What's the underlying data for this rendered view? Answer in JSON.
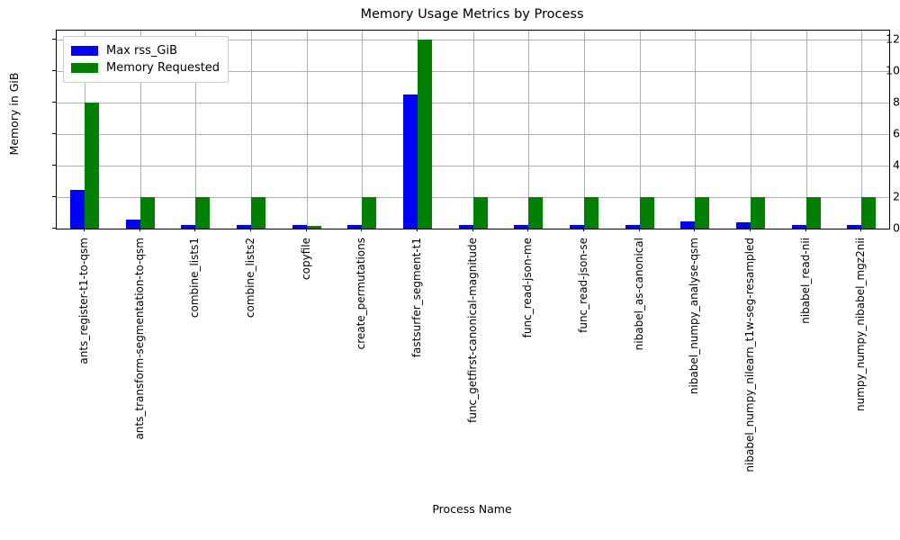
{
  "chart_data": {
    "type": "bar",
    "title": "Memory Usage Metrics by Process",
    "xlabel": "Process Name",
    "ylabel": "Memory in GiB",
    "ylim": [
      0,
      12.6
    ],
    "yticks": [
      0,
      2,
      4,
      6,
      8,
      10,
      12
    ],
    "ytick_labels": [
      "0",
      "2",
      "4",
      "6",
      "8",
      "10",
      "12"
    ],
    "grid": true,
    "grid_axis": "both",
    "legend_position": "upper left",
    "categories": [
      "ants_register-t1-to-qsm",
      "ants_transform-segmentation-to-qsm",
      "combine_lists1",
      "combine_lists2",
      "copyfile",
      "create_permutations",
      "fastsurfer_segment-t1",
      "func_getfirst-canonical-magnitude",
      "func_read-json-me",
      "func_read-json-se",
      "nibabel_as-canonical",
      "nibabel_numpy_analyse-qsm",
      "nibabel_numpy_nilearn_t1w-seg-resampled",
      "nibabel_read-nii",
      "numpy_numpy_nibabel_mgz2nii"
    ],
    "series": [
      {
        "name": "Max rss_GiB",
        "color": "#0000ff",
        "values": [
          2.48,
          0.6,
          0.25,
          0.25,
          0.25,
          0.25,
          8.55,
          0.23,
          0.23,
          0.23,
          0.23,
          0.45,
          0.38,
          0.23,
          0.23
        ]
      },
      {
        "name": "Memory Requested",
        "color": "#008000",
        "values": [
          8.0,
          2.0,
          2.0,
          2.0,
          0.19,
          2.0,
          12.0,
          2.0,
          2.0,
          2.0,
          2.0,
          2.0,
          2.0,
          2.0,
          2.0
        ]
      }
    ]
  },
  "legend": {
    "entries": [
      {
        "label": "Max rss_GiB",
        "color": "#0000ff"
      },
      {
        "label": "Memory Requested",
        "color": "#008000"
      }
    ]
  },
  "colors": {
    "series_blue": "#0000ff",
    "series_green": "#008000",
    "grid": "#b0b0b0",
    "axis": "#000000",
    "background": "#ffffff"
  }
}
